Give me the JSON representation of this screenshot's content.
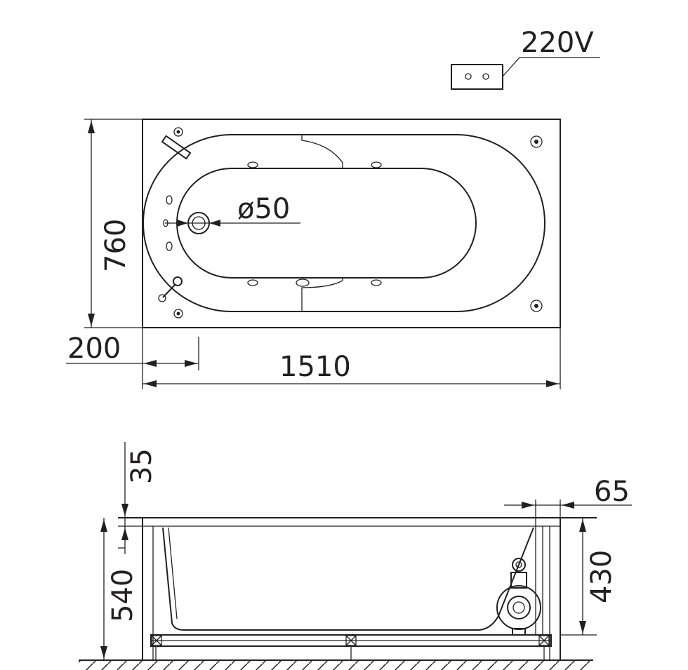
{
  "plan_view": {
    "length_label": "1510",
    "width_label": "760",
    "drain_diameter_label": "ø50",
    "drain_offset_label": "200"
  },
  "power": {
    "voltage_label": "220V"
  },
  "section_view": {
    "total_height_label": "540",
    "rim_label": "35",
    "body_height_label": "430",
    "side_label": "65"
  },
  "colors": {
    "line": "#231f20",
    "background": "#ffffff"
  }
}
